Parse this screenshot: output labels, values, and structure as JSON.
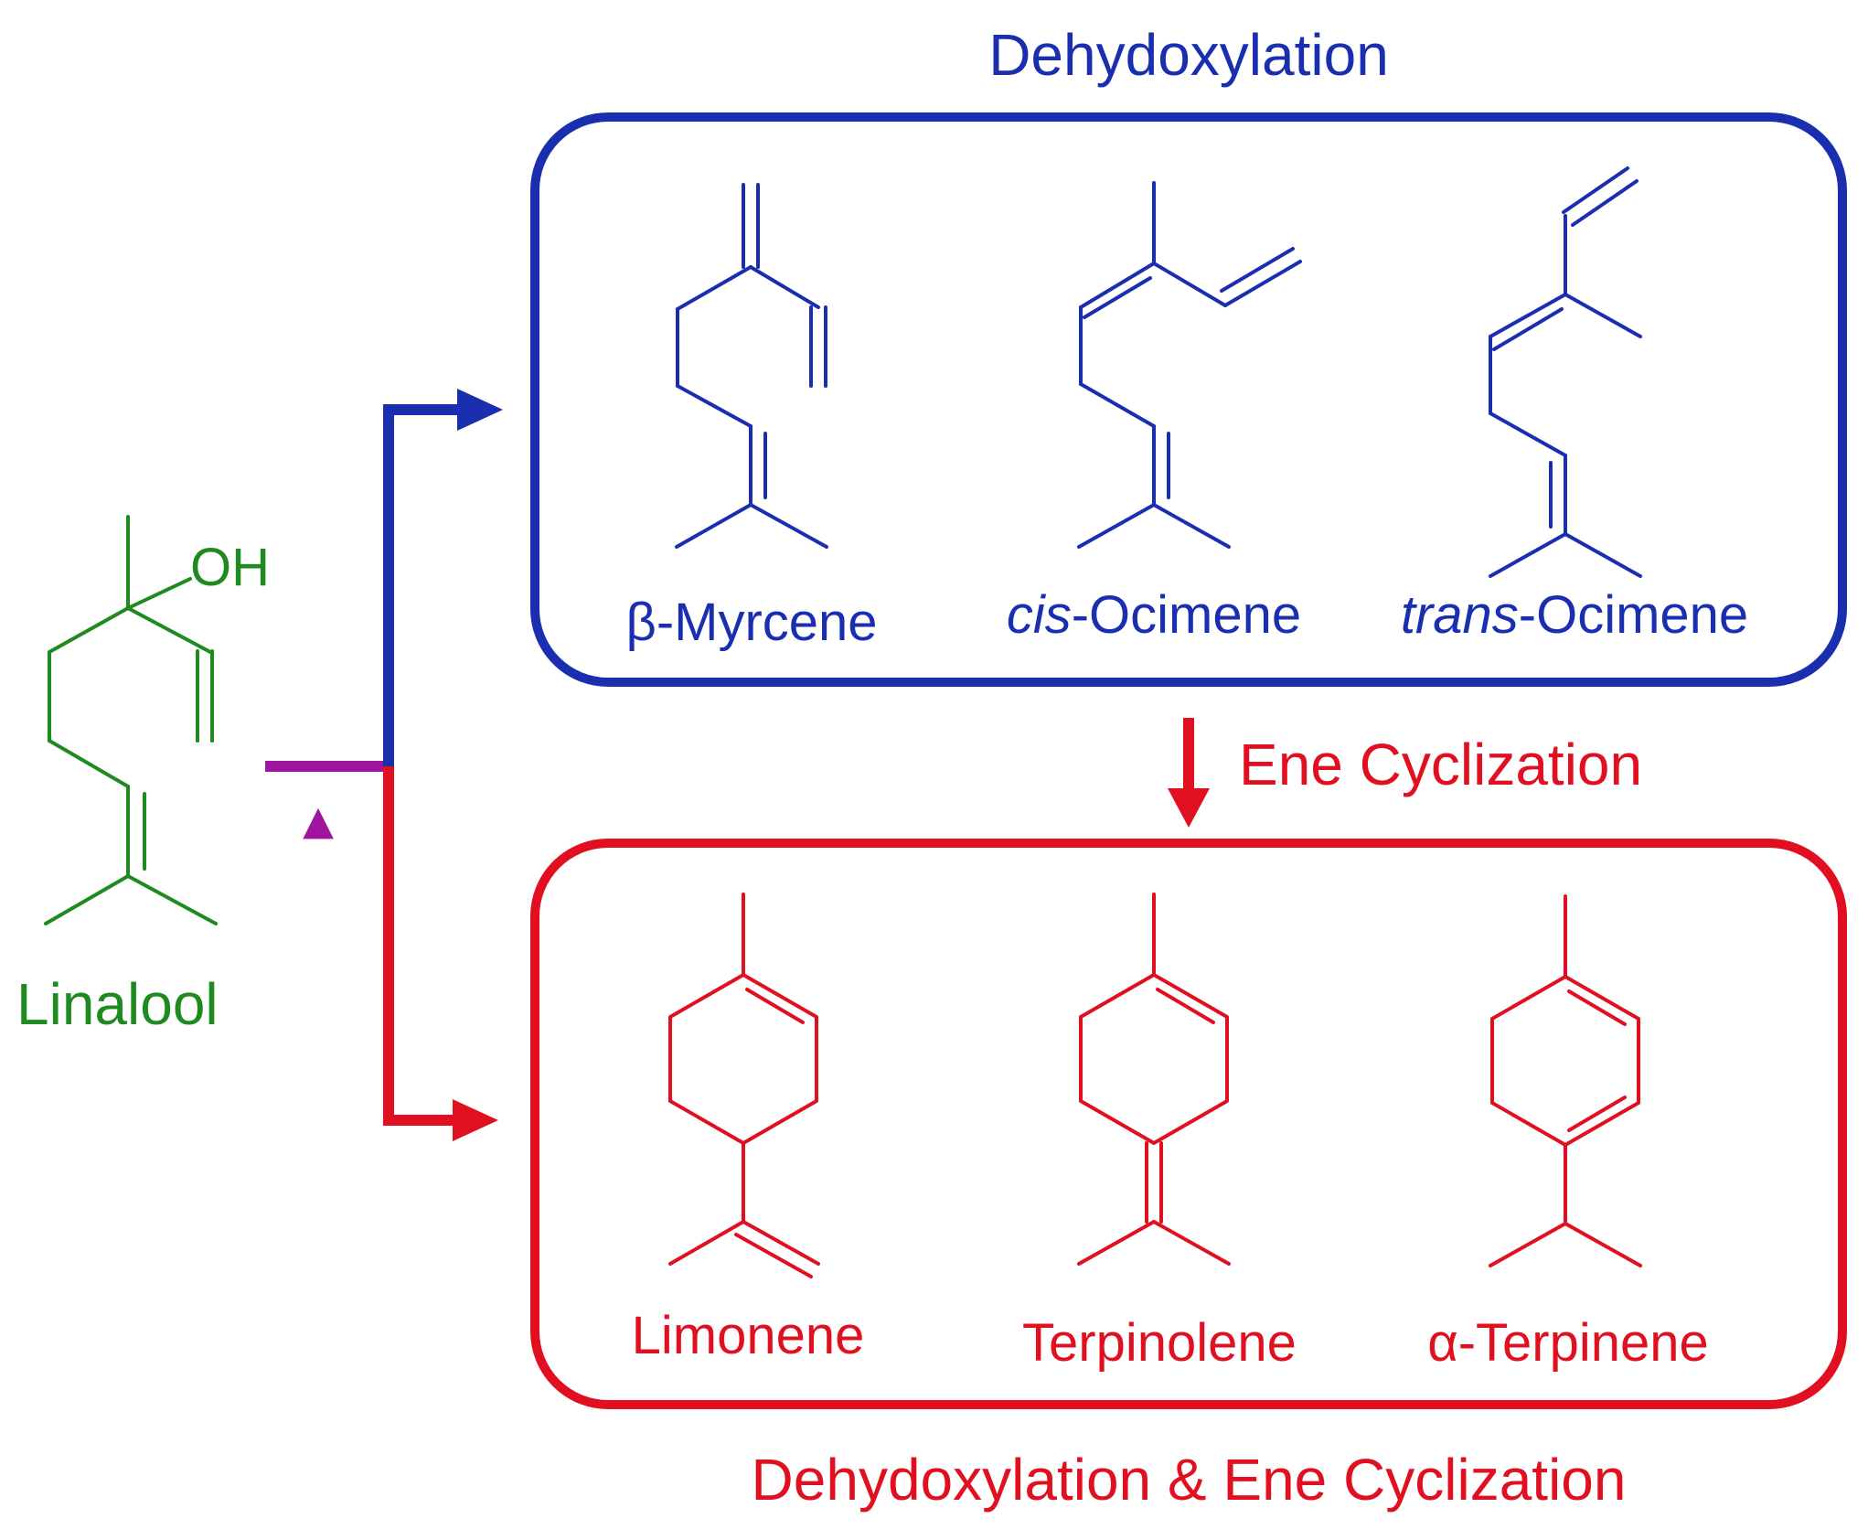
{
  "colors": {
    "linalool": "#1f8a1f",
    "dehydroxylation": "#1a2fb0",
    "cyclization": "#e01020",
    "heat": "#a0159e"
  },
  "start": {
    "name": "Linalool",
    "oh_label": "OH"
  },
  "heat_symbol": "▲",
  "top_group": {
    "title": "Dehydoxylation",
    "products": [
      {
        "prefix": "",
        "name": "β-Myrcene"
      },
      {
        "prefix": "cis",
        "name": "-Ocimene"
      },
      {
        "prefix": "trans",
        "name": "-Ocimene"
      }
    ]
  },
  "middle_step": {
    "label": "Ene Cyclization"
  },
  "bottom_group": {
    "title": "Dehydoxylation & Ene Cyclization",
    "products": [
      {
        "name": "Limonene"
      },
      {
        "name": "Terpinolene"
      },
      {
        "name": "α-Terpinene"
      }
    ]
  }
}
